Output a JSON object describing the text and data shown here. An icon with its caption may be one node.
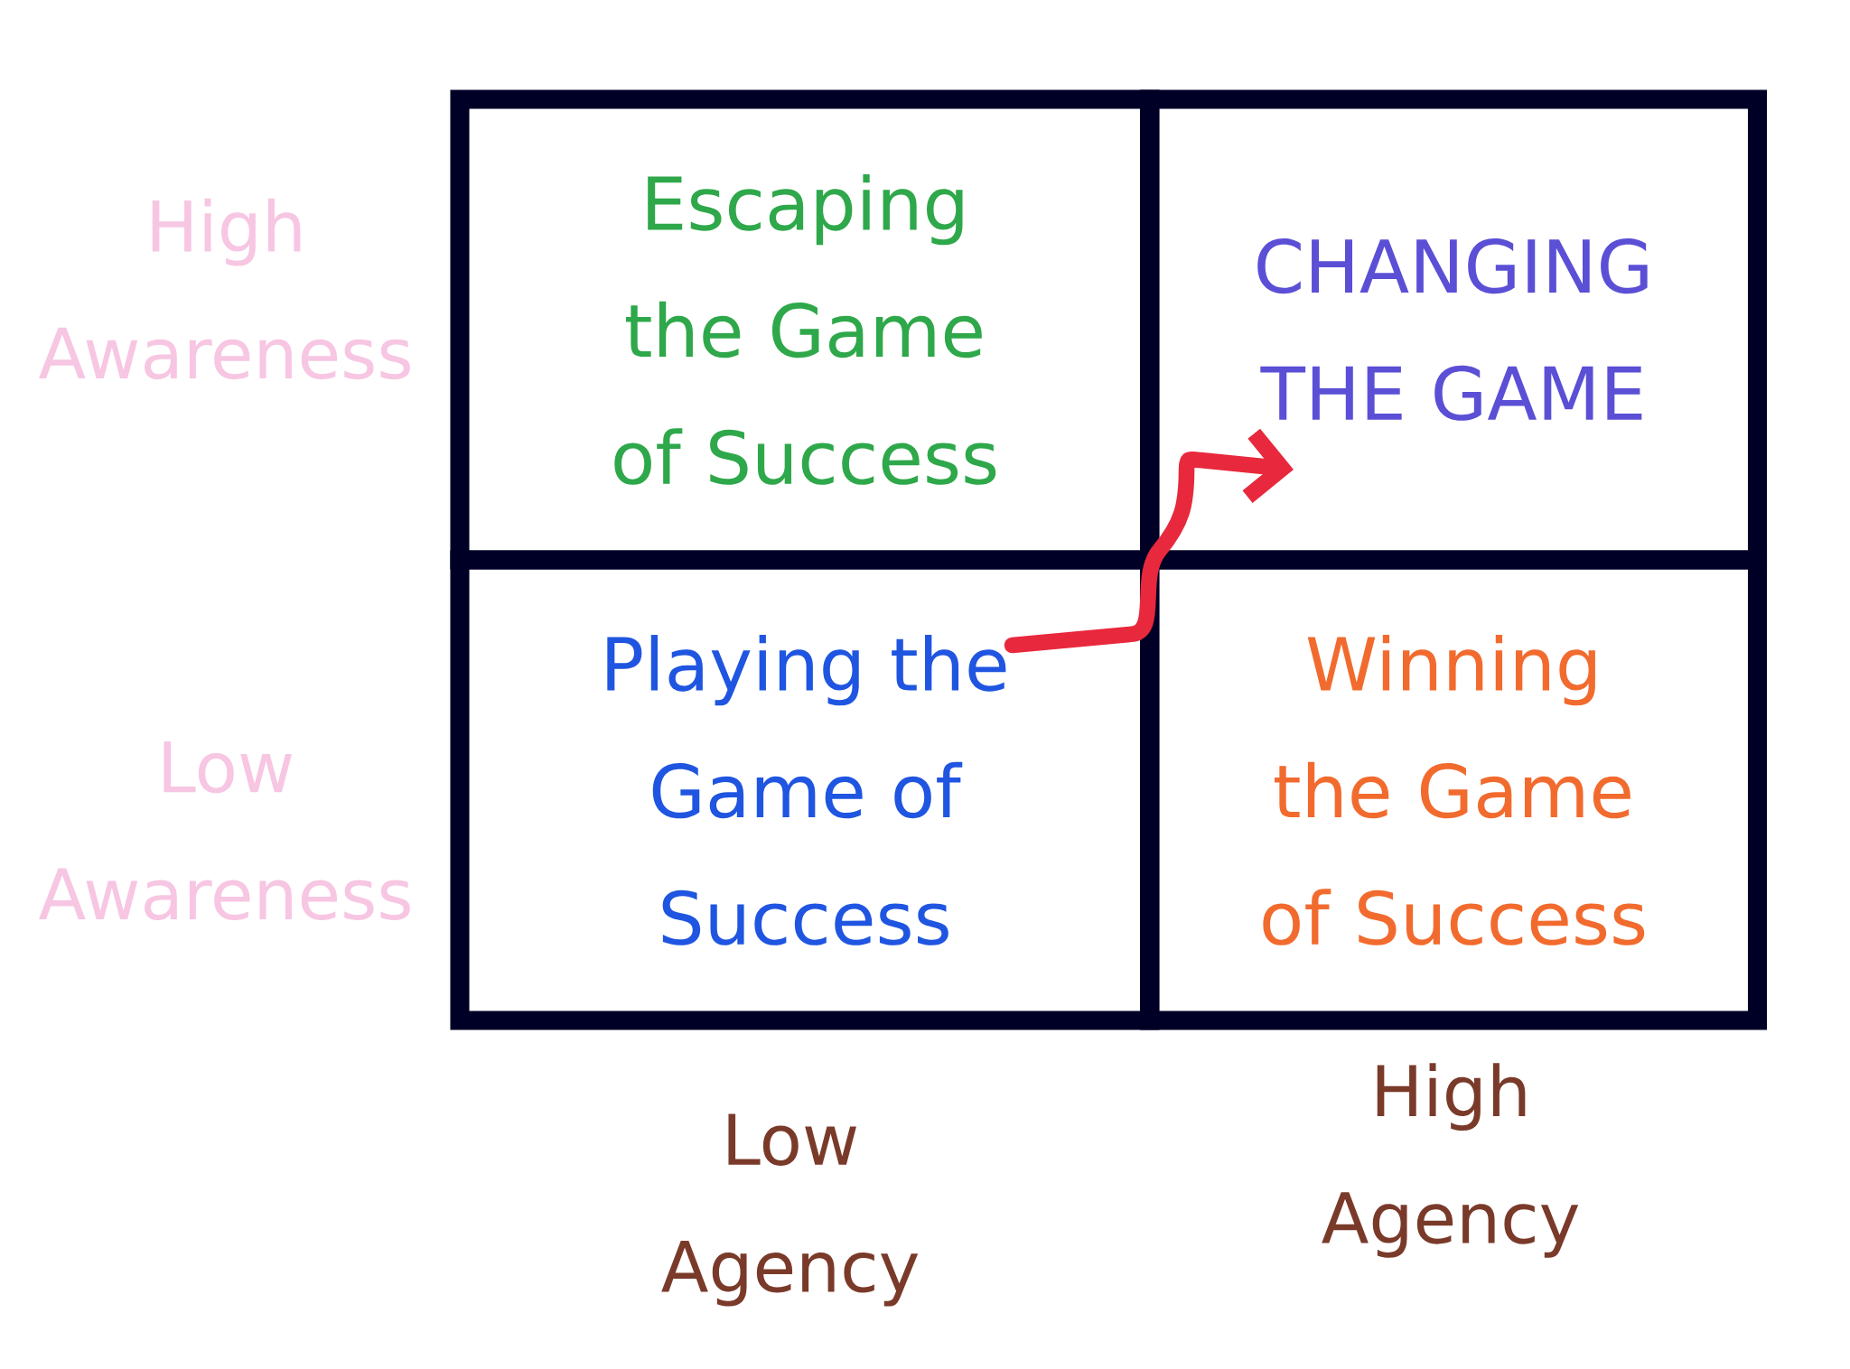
{
  "diagram": {
    "nodes": [
      {
        "text": [
          "Escaping the Game of Success"
        ]
      },
      {
        "text": [
          "CHANGING THE GAME"
        ]
      },
      {
        "text": [
          "Playing the Game of Success"
        ]
      },
      {
        "text": [
          "Winning the Game of Success"
        ]
      }
    ],
    "edges": [
      {
        "from": 2,
        "to": 1,
        "arrow": "to",
        "color": "#e8283c"
      }
    ],
    "labels": [
      "High Awareness",
      "Low Awareness",
      "Low Agency",
      "High Agency"
    ]
  }
}
